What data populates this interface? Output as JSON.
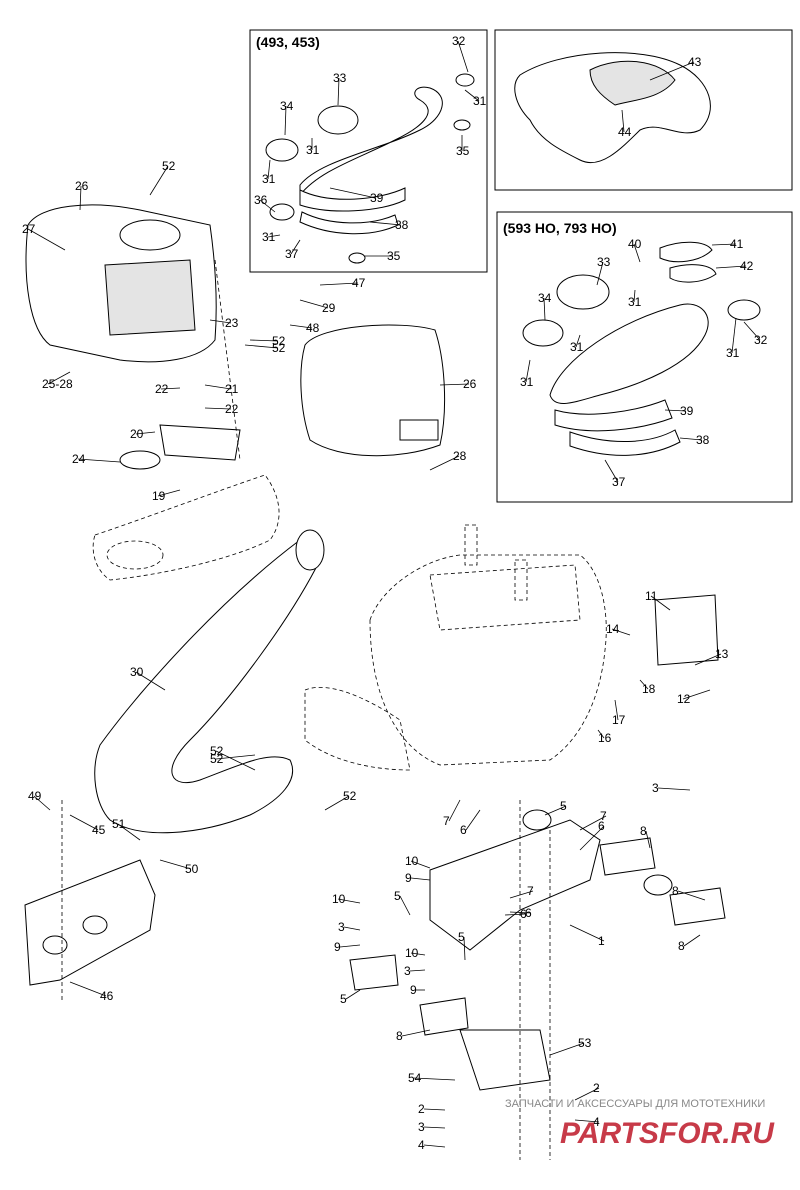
{
  "insets": [
    {
      "id": "inset-493-453",
      "title": "(493, 453)"
    },
    {
      "id": "inset-cover",
      "title": ""
    },
    {
      "id": "inset-593-793",
      "title": "(593 HO, 793 HO)"
    }
  ],
  "callouts": {
    "main": [
      "52",
      "26",
      "27",
      "23",
      "52",
      "25-28",
      "29",
      "47",
      "48",
      "52",
      "22",
      "21",
      "22",
      "20",
      "24",
      "19",
      "26",
      "28",
      "30",
      "52",
      "52",
      "52",
      "49",
      "45",
      "51",
      "50",
      "46",
      "11",
      "14",
      "13",
      "18",
      "12",
      "17",
      "16",
      "7",
      "6",
      "5",
      "7",
      "6",
      "10",
      "9",
      "3",
      "8",
      "7",
      "6",
      "5",
      "1",
      "10",
      "3",
      "9",
      "5",
      "10",
      "3",
      "9",
      "8",
      "5",
      "6",
      "8",
      "8",
      "53",
      "54",
      "2",
      "3",
      "4",
      "2",
      "4"
    ],
    "inset_493_453": [
      "32",
      "33",
      "34",
      "31",
      "31",
      "31",
      "35",
      "36",
      "39",
      "38",
      "31",
      "37",
      "35"
    ],
    "inset_cover": [
      "43",
      "44"
    ],
    "inset_593_793": [
      "40",
      "41",
      "33",
      "42",
      "34",
      "31",
      "31",
      "32",
      "31",
      "31",
      "39",
      "38",
      "37"
    ]
  },
  "watermark": {
    "tagline": "ЗАПЧАСТИ И АКСЕССУАРЫ ДЛЯ МОТОТЕХНИКИ",
    "logo": "PARTSFOR.RU",
    "color": "#c73a48"
  }
}
